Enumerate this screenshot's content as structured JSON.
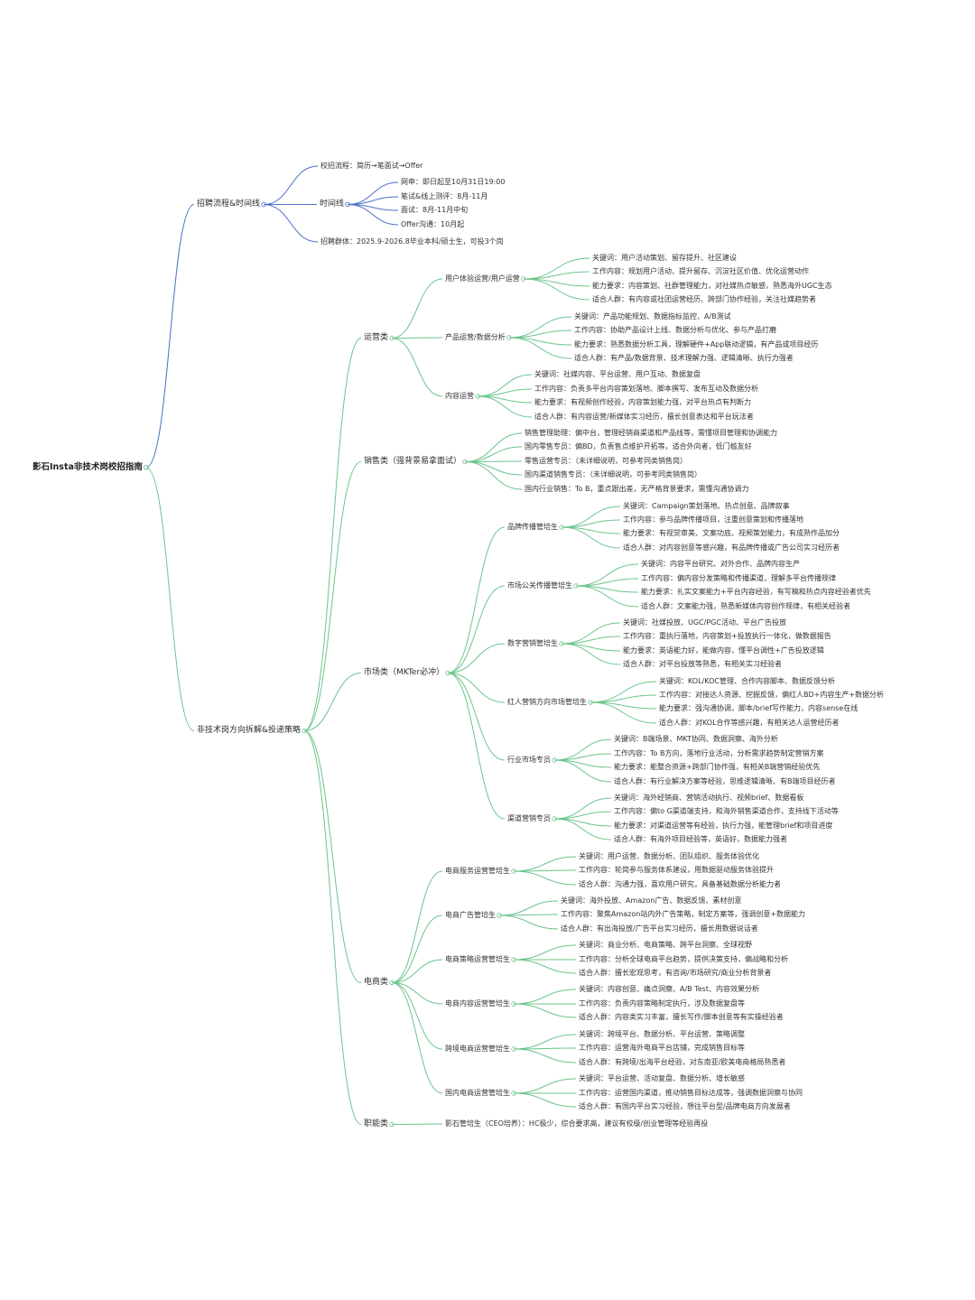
{
  "colors": {
    "blue": "#4a6fc4",
    "green": "#6cc48a",
    "background": "#ffffff",
    "text": "#2b2b2b"
  },
  "mindmap": {
    "root": "影石Insta非技术岗校招指南",
    "branch1": {
      "title": "招聘流程&时间线",
      "process": "校招流程：简历→笔面试→Offer",
      "timeline": {
        "title": "时间线",
        "items": [
          "网申：即日起至10月31日19:00",
          "笔试&线上测评：8月-11月",
          "面试：8月-11月中旬",
          "Offer沟通：10月起"
        ]
      },
      "audience": "招聘群体：2025.9-2026.8毕业本科/硕士生，可投3个岗"
    },
    "branch2": {
      "title": "非技术岗方向拆解&投递策略",
      "ops": {
        "title": "运营类",
        "roles": [
          {
            "title": "用户体验运营/用户运营",
            "items": [
              "关键词：用户活动策划、留存提升、社区建设",
              "工作内容：规划用户活动、提升留存、沉淀社区价值、优化运营动作",
              "能力要求：内容策划、社群管理能力，对社媒热点敏感，熟悉海外UGC生态",
              "适合人群：有内容或社团运营经历、跨部门协作经验，关注社媒趋势者"
            ]
          },
          {
            "title": "产品运营/数据分析",
            "items": [
              "关键词：产品功能规划、数据指标监控、A/B测试",
              "工作内容：协助产品设计上线、数据分析与优化、参与产品打磨",
              "能力要求：熟悉数据分析工具，理解硬件+App联动逻辑，有产品或项目经历",
              "适合人群：有产品/数据背景、技术理解力强、逻辑清晰、执行力强者"
            ]
          },
          {
            "title": "内容运营",
            "items": [
              "关键词：社媒内容、平台运营、用户互动、数据复盘",
              "工作内容：负责多平台内容策划落地、脚本撰写、发布互动及数据分析",
              "能力要求：有视频创作经验，内容策划能力强，对平台热点有判断力",
              "适合人群：有内容运营/新媒体实习经历，擅长创意表达和平台玩法者"
            ]
          }
        ]
      },
      "sales": {
        "title": "销售类（强背景易拿面试）",
        "items": [
          "销售管理助理：偏中台，管理经销商渠道和产品线等，需懂项目管理和协调能力",
          "国内零售专员：偏BD，负责售点维护开拓等，适合外向者，低门槛友好",
          "零售运营专员：（未详细说明，可参考同类销售岗）",
          "国内渠道销售专员：（未详细说明，可参考同类销售岗）",
          "国内行业销售：To B，重点跟出差，无严格背景要求，需懂沟通协调力"
        ]
      },
      "market": {
        "title": "市场类（MKTer必冲）",
        "roles": [
          {
            "title": "品牌传播管培生",
            "items": [
              "关键词：Campaign策划落地、热点创意、品牌叙事",
              "工作内容：参与品牌传播项目，注重创意策划和传播落地",
              "能力要求：有视觉审美、文案功底、视频策划能力，有成熟作品加分",
              "适合人群：对内容创意等感兴趣，有品牌传播或广告公司实习经历者"
            ]
          },
          {
            "title": "市场公关传播管培生",
            "items": [
              "关键词：内容平台研究、对外合作、品牌内容生产",
              "工作内容：偏内容分发策略和传播渠道，理解多平台传播规律",
              "能力要求：扎实文案能力+平台内容经验，有写稿和热点内容经验者优先",
              "适合人群：文案能力强，熟悉新媒体内容创作规律，有相关经验者"
            ]
          },
          {
            "title": "数字营销管培生",
            "items": [
              "关键词：社媒投放、UGC/PGC活动、平台广告投放",
              "工作内容：重执行落地，内容策划+投放执行一体化，做数据报告",
              "能力要求：英语能力好，能做内容，懂平台调性+广告投放逻辑",
              "适合人群：对平台投放等熟悉，有相关实习经验者"
            ]
          },
          {
            "title": "红人营销方向市场管培生",
            "items": [
              "关键词：KOL/KOC管理、合作内容脚本、数据反馈分析",
              "工作内容：对接达人资源、挖掘反馈，偏红人BD+内容生产+数据分析",
              "能力要求：强沟通协调，脚本/brief写作能力，内容sense在线",
              "适合人群：对KOL合作等感兴趣，有相关达人运营经历者"
            ]
          },
          {
            "title": "行业市场专员",
            "items": [
              "关键词：B端场景、MKT协同、数据洞察、海外分析",
              "工作内容：To B方向，落地行业活动，分析需求趋势制定营销方案",
              "能力要求：能整合资源+跨部门协作强，有相关B端营销经验优先",
              "适合人群：有行业解决方案等经验，思维逻辑清晰、有B端项目经历者"
            ]
          },
          {
            "title": "渠道营销专员",
            "items": [
              "关键词：海外经销商、营销活动执行、视频brief、数据看板",
              "工作内容：偏to G渠道端支持，和海外销售渠道合作，支持线下活动等",
              "能力要求：对渠道运营等有经验，执行力强，能管理brief和项目进度",
              "适合人群：有海外项目经验等，英语好，数据能力强者"
            ]
          }
        ]
      },
      "ecom": {
        "title": "电商类",
        "roles": [
          {
            "title": "电商服务运营管培生",
            "items": [
              "关键词：用户运营、数据分析、团队组织、服务体验优化",
              "工作内容：轮岗参与服务体系建设，用数据驱动服务体验提升",
              "适合人群：沟通力强，喜欢用户研究，具备基础数据分析能力者"
            ]
          },
          {
            "title": "电商广告管培生",
            "items": [
              "关键词：海外投放、Amazon广告、数据反馈、素材创意",
              "工作内容：聚焦Amazon站内外广告策略，制定方案等，强调创意+数据能力",
              "适合人群：有出海投放/广告平台实习经历，擅长用数据说话者"
            ]
          },
          {
            "title": "电商策略运营管培生",
            "items": [
              "关键词：商业分析、电商策略、跨平台洞察、全球视野",
              "工作内容：分析全球电商平台趋势，提供决策支持，偏战略和分析",
              "适合人群：擅长宏观思考，有咨询/市场研究/商业分析背景者"
            ]
          },
          {
            "title": "电商内容运营管培生",
            "items": [
              "关键词：内容创意、痛点洞察、A/B Test、内容效果分析",
              "工作内容：负责内容策略制定执行，涉及数据复盘等",
              "适合人群：内容类实习丰富，擅长写作/脚本创意等有实操经验者"
            ]
          },
          {
            "title": "跨境电商运营管培生",
            "items": [
              "关键词：跨境平台、数据分析、平台运营、策略调整",
              "工作内容：运营海外电商平台店铺，完成销售目标等",
              "适合人群：有跨境/出海平台经验，对东南亚/欧美电商格局熟悉者"
            ]
          },
          {
            "title": "国内电商运营管培生",
            "items": [
              "关键词：平台运营、活动复盘、数据分析、增长敏感",
              "工作内容：运营国内渠道，推动销售目标达成等，强调数据洞察与协同",
              "适合人群：有国内平台实习经验，想往平台型/品牌电商方向发展者"
            ]
          }
        ]
      },
      "func": {
        "title": "职能类",
        "item": "影石管培生（CEO培养）：HC极少，综合要求高，建议有校级/创业管理等经验再投"
      }
    }
  }
}
